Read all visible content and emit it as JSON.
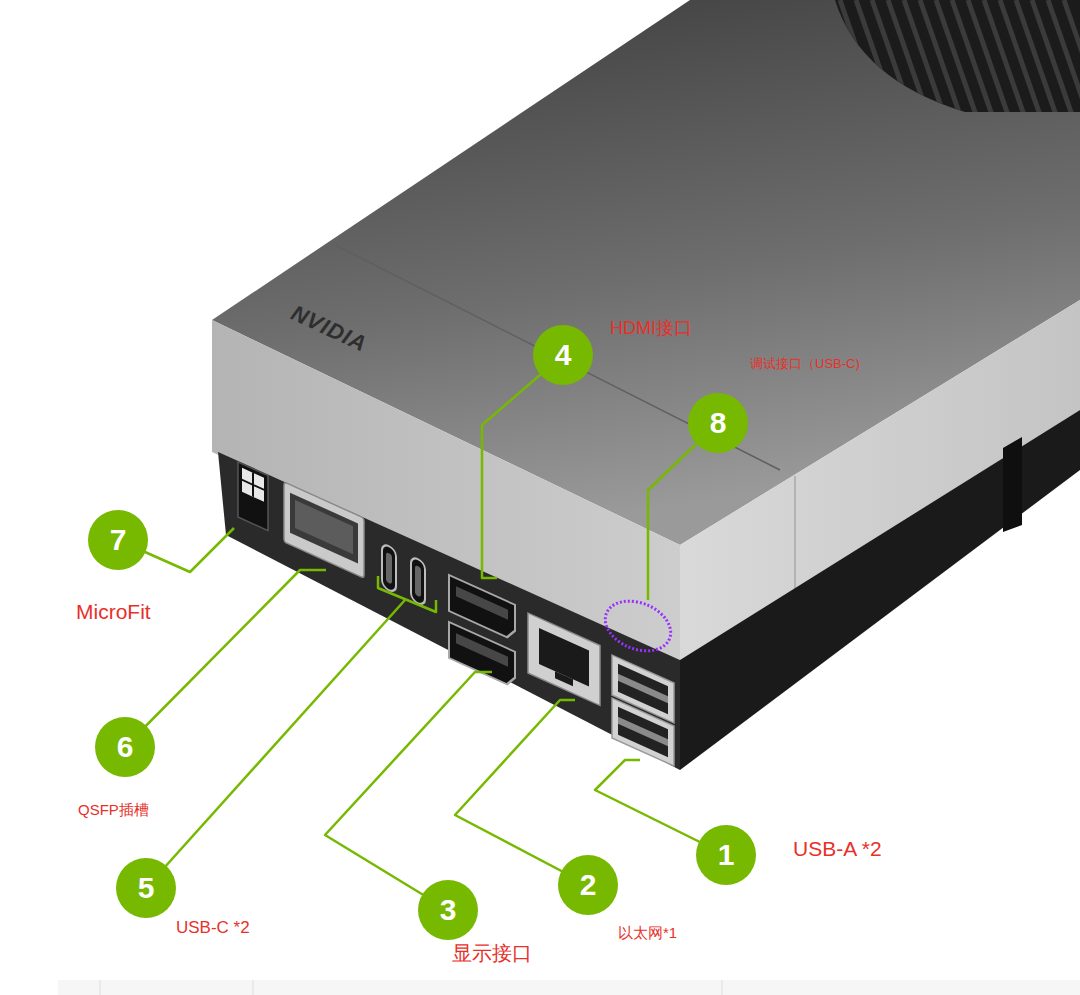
{
  "diagram": {
    "nodes": [
      {
        "text": [
          "4"
        ]
      },
      {
        "text": [
          "8"
        ]
      },
      {
        "text": [
          "7"
        ]
      },
      {
        "text": [
          "6"
        ]
      },
      {
        "text": [
          "1"
        ]
      },
      {
        "text": [
          "5"
        ]
      },
      {
        "text": [
          "2"
        ]
      },
      {
        "text": [
          "3"
        ]
      }
    ],
    "labels": [
      "NVIDIA",
      "HDMI接口",
      "调试接口（USB-C)",
      "MicroFit",
      "QSFP插槽",
      "USB-A *2",
      "USB-C *2",
      "以太网*1",
      "显示接口"
    ]
  }
}
